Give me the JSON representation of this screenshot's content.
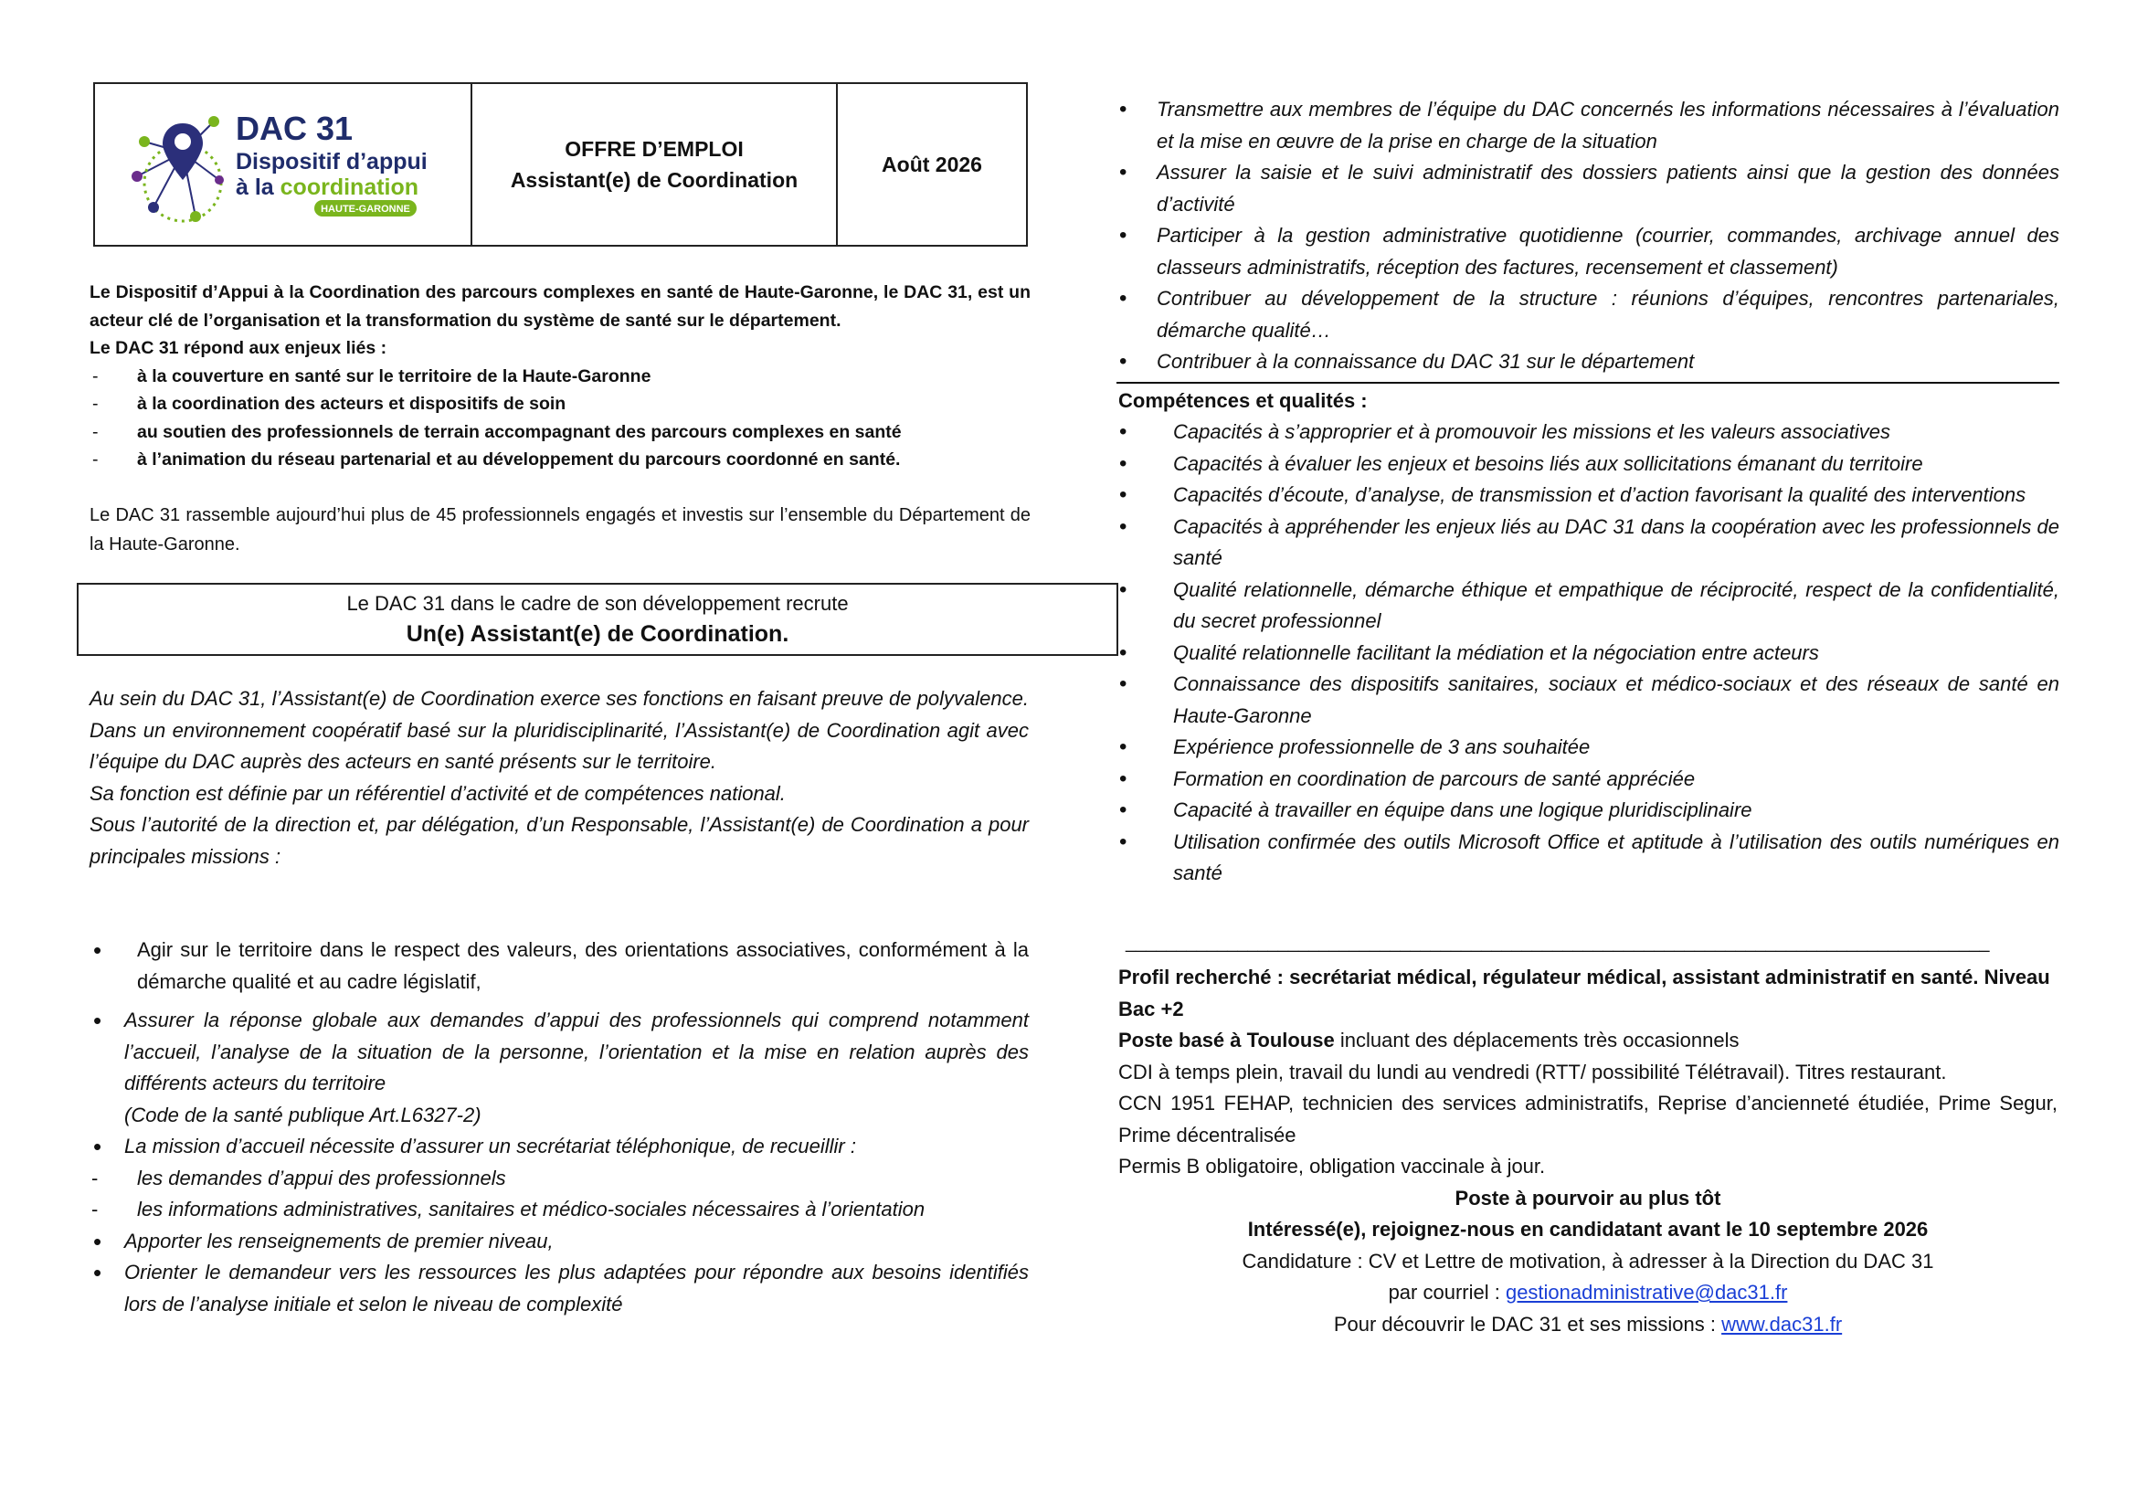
{
  "header": {
    "logo": {
      "name": "DAC 31",
      "line1": "Dispositif d’appui",
      "line2a": "à la ",
      "line2b": "coordination",
      "region": "HAUTE-GARONNE",
      "colors": {
        "navy": "#1f2c6b",
        "green": "#7ab51d",
        "purple": "#6a2c8c"
      }
    },
    "offer_label": "OFFRE D’EMPLOI",
    "position": "Assistant(e) de Coordination",
    "date": "Août 2026"
  },
  "intro": {
    "text": "Le Dispositif d’Appui à la Coordination des parcours complexes en santé de Haute-Garonne, le DAC 31, est un acteur clé de l’organisation et la transformation du système de santé sur le département.",
    "lead": "Le DAC 31 répond aux enjeux liés :",
    "items": [
      "à la couverture en santé sur le territoire de la Haute-Garonne",
      "à la coordination des acteurs et dispositifs de soin",
      "au soutien des professionnels de terrain accompagnant des parcours complexes en santé",
      "à l’animation du réseau partenarial et au développement du parcours coordonné en santé."
    ],
    "team": "Le DAC 31 rassemble aujourd’hui plus de 45 professionnels engagés et investis sur l’ensemble du Département de la Haute-Garonne."
  },
  "recruit": {
    "line1": "Le DAC 31 dans le cadre de son développement recrute",
    "line2": "Un(e) Assistant(e) de Coordination."
  },
  "description": {
    "p1": "Au sein du DAC 31, l’Assistant(e) de Coordination exerce ses fonctions en faisant preuve de polyvalence. Dans un environnement coopératif basé sur la pluridisciplinarité, l’Assistant(e) de Coordination agit avec l’équipe du DAC auprès des acteurs en santé présents sur le territoire.",
    "p2": "Sa fonction est définie par un référentiel d’activité et de compétences national.",
    "p3": "Sous l’autorité de la direction et, par délégation, d’un Responsable, l’Assistant(e) de Coordination a pour principales missions :"
  },
  "missions": {
    "m1": "Agir sur le territoire dans le respect des valeurs, des orientations associatives, conformément à la démarche qualité et au cadre législatif,",
    "m2": "Assurer la réponse globale aux demandes d’appui des professionnels qui comprend notamment l’accueil, l’analyse de la situation de la personne, l’orientation et la mise en relation auprès des différents acteurs du territoire",
    "m2_ref": "(Code de la santé publique Art.L6327-2)",
    "m3": "La mission d’accueil nécessite d’assurer un secrétariat téléphonique, de recueillir :",
    "m3_sub1": "les demandes d’appui des professionnels",
    "m3_sub2": "les informations administratives, sanitaires et médico-sociales nécessaires à l’orientation",
    "m4": "Apporter les renseignements de premier niveau,",
    "m5": "Orienter le demandeur vers les ressources les plus adaptées pour répondre aux besoins identifiés lors de l’analyse initiale et selon le niveau de complexité"
  },
  "tasks": [
    "Transmettre aux membres de l’équipe du DAC concernés les informations nécessaires à l’évaluation et la mise en œuvre de la prise en charge de la situation",
    "Assurer la saisie et le suivi administratif des dossiers patients ainsi que la gestion des données d’activité",
    "Participer à la gestion administrative quotidienne (courrier, commandes, archivage annuel des classeurs administratifs, réception des factures, recensement et classement)",
    "Contribuer au développement de la structure : réunions d’équipes, rencontres partenariales, démarche qualité…",
    "Contribuer à la connaissance du DAC 31 sur le département"
  ],
  "competences": {
    "heading": "Compétences et qualités :",
    "items": [
      "Capacités à s’approprier et à promouvoir les missions et les valeurs associatives",
      "Capacités à évaluer les enjeux et besoins liés aux sollicitations émanant du territoire",
      "Capacités d’écoute, d’analyse, de transmission et d’action favorisant la qualité des interventions",
      "Capacités à appréhender les enjeux liés au DAC 31 dans la coopération avec les professionnels de santé",
      "Qualité relationnelle, démarche éthique et empathique de réciprocité, respect de la confidentialité, du secret professionnel",
      "Qualité relationnelle facilitant la médiation et la négociation entre acteurs",
      "Connaissance des dispositifs sanitaires, sociaux et médico-sociaux et des réseaux de santé en Haute-Garonne",
      "Expérience professionnelle de 3 ans souhaitée",
      "Formation en coordination de parcours de santé appréciée",
      "Capacité à travailler en équipe dans une logique pluridisciplinaire",
      "Utilisation confirmée des outils Microsoft Office et aptitude à l’utilisation des outils numériques en santé"
    ]
  },
  "separator": "_____________________________________________________________________________________",
  "profil": {
    "profile": "Profil recherché : secrétariat médical, régulateur médical, assistant administratif en santé. Niveau Bac +2",
    "location_bold": "Poste basé à Toulouse",
    "location_rest": " incluant des déplacements très occasionnels",
    "contract": "CDI à temps plein, travail du lundi au vendredi (RTT/ possibilité Télétravail). Titres restaurant.",
    "ccn": "CCN 1951 FEHAP, technicien des services administratifs, Reprise d’ancienneté étudiée, Prime Segur, Prime décentralisée",
    "permis": "Permis B obligatoire, obligation vaccinale à jour.",
    "availability": "Poste à pourvoir au plus tôt",
    "deadline": "Intéressé(e), rejoignez-nous en candidatant avant le 10 septembre 2026",
    "application": "Candidature : CV et Lettre de motivation, à adresser à la Direction du DAC 31",
    "email_label": "par courriel : ",
    "email": "gestionadministrative@dac31.fr",
    "web_label": "Pour découvrir le DAC 31 et ses missions : ",
    "web": "www.dac31.fr"
  }
}
